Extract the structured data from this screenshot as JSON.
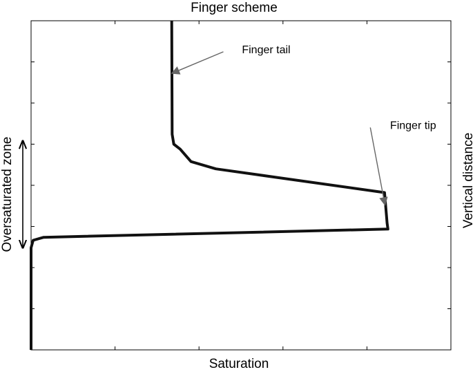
{
  "chart_data": {
    "type": "line",
    "title": "Finger scheme",
    "xlabel": "Saturation",
    "ylabel": "Vertical distance",
    "xlim": [
      0,
      1
    ],
    "ylim": [
      0,
      1
    ],
    "x_tick_count": 6,
    "y_tick_count": 9,
    "tick_labels_shown": false,
    "grid": false,
    "series": [
      {
        "color": "#111111",
        "points": [
          [
            0.0,
            0.0
          ],
          [
            0.0,
            0.31
          ],
          [
            0.005,
            0.333
          ],
          [
            0.03,
            0.342
          ],
          [
            0.85,
            0.367
          ],
          [
            0.848,
            0.385
          ],
          [
            0.842,
            0.478
          ],
          [
            0.44,
            0.55
          ],
          [
            0.381,
            0.572
          ],
          [
            0.355,
            0.61
          ],
          [
            0.34,
            0.625
          ],
          [
            0.336,
            0.655
          ],
          [
            0.335,
            1.0
          ]
        ]
      }
    ],
    "annotations": [
      {
        "text": "Finger tail",
        "type": "arrow",
        "xy": [
          0.335,
          0.84
        ],
        "text_xy": [
          0.56,
          0.91
        ]
      },
      {
        "text": "Finger tip",
        "type": "arrow",
        "xy": [
          0.843,
          0.44
        ],
        "text_xy": [
          0.91,
          0.68
        ]
      },
      {
        "text": "Oversaturated zone",
        "type": "double-arrow",
        "y_range": [
          0.31,
          0.635
        ],
        "orientation": "vertical",
        "side": "left"
      }
    ]
  }
}
